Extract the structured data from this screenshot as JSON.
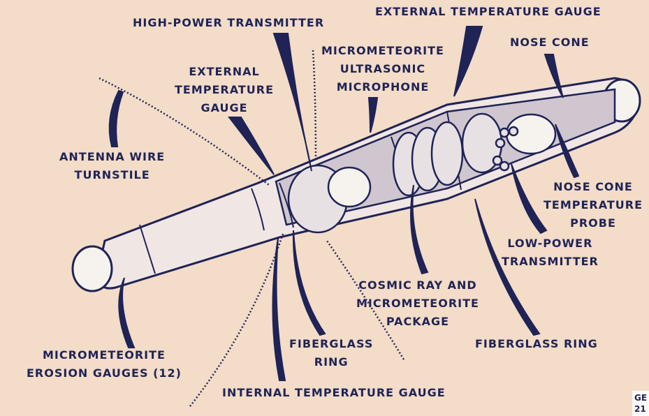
{
  "labels": {
    "high_power_transmitter": "HIGH-POWER TRANSMITTER",
    "external_temperature_gauge_top": "EXTERNAL TEMPERATURE GAUGE",
    "nose_cone": "NOSE CONE",
    "micrometeorite_microphone": [
      "MICROMETEORITE",
      "ULTRASONIC",
      "MICROPHONE"
    ],
    "external_temperature_gauge_left": [
      "EXTERNAL",
      "TEMPERATURE",
      "GAUGE"
    ],
    "antenna_wire_turnstile": [
      "ANTENNA WIRE",
      "TURNSTILE"
    ],
    "nose_cone_temperature_probe": [
      "NOSE CONE",
      "TEMPERATURE",
      "PROBE"
    ],
    "low_power_transmitter": [
      "LOW-POWER",
      "TRANSMITTER"
    ],
    "cosmic_ray_package": [
      "COSMIC RAY AND",
      "MICROMETEORITE",
      "PACKAGE"
    ],
    "fiberglass_ring_center": [
      "FIBERGLASS",
      "RING"
    ],
    "fiberglass_ring_right": "FIBERGLASS RING",
    "erosion_gauges": [
      "MICROMETEORITE",
      "EROSION GAUGES (12)"
    ],
    "internal_temperature_gauge": "INTERNAL TEMPERATURE GAUGE"
  },
  "corner_code": [
    "GE",
    "21"
  ],
  "colors": {
    "background": "#f3dcc8",
    "ink": "#1f2356",
    "body": "#f6f3ef"
  }
}
